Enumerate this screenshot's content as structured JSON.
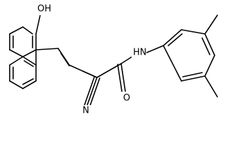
{
  "molecule": {
    "atom_labels": {
      "hydroxyl": "OH",
      "amide_nitrogen": "HN",
      "carbonyl_oxygen": "O",
      "nitrile_nitrogen": "N"
    },
    "colors": {
      "bond": "#000000",
      "text": "#000000",
      "background": "#ffffff"
    }
  }
}
